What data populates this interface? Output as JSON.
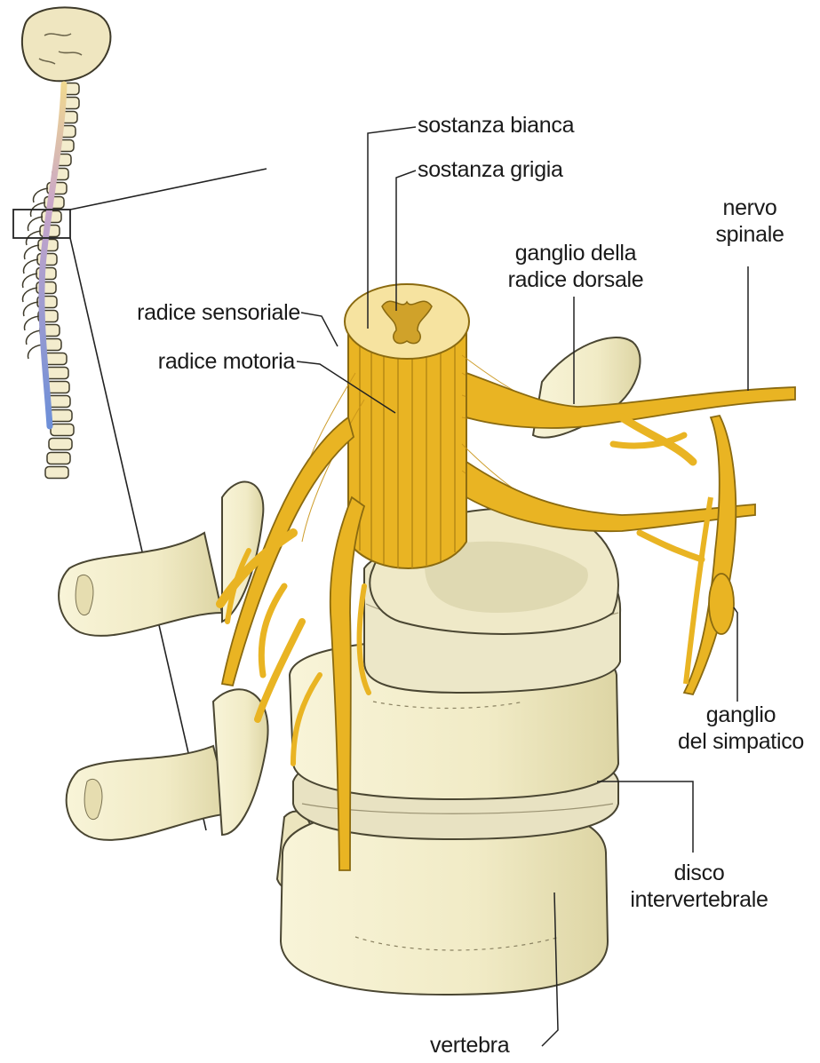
{
  "labels": {
    "sostanza_bianca": "sostanza bianca",
    "sostanza_grigia": "sostanza grigia",
    "nervo_spinale_1": "nervo",
    "nervo_spinale_2": "spinale",
    "ganglio_radice_1": "ganglio della",
    "ganglio_radice_2": "radice dorsale",
    "radice_sensoriale": "radice sensoriale",
    "radice_motoria": "radice motoria",
    "ganglio_simpatico_1": "ganglio",
    "ganglio_simpatico_2": "del simpatico",
    "disco_1": "disco",
    "disco_2": "intervertebrale",
    "vertebra": "vertebra"
  },
  "colors": {
    "nerve": "#e8b520",
    "nerve_dark": "#c08f10",
    "bone": "#f4efcc",
    "bone_shade": "#ddd6a8",
    "bone_line": "#5b5640",
    "disc": "#e6e1c0",
    "spinal_cord_upper": "#f0d890",
    "spinal_cord_mid": "#c9a6c9",
    "spinal_cord_lower": "#6d8fd8",
    "leader": "#222222"
  },
  "icons": [
    "spine-overview-icon",
    "spinal-segment-illustration"
  ]
}
